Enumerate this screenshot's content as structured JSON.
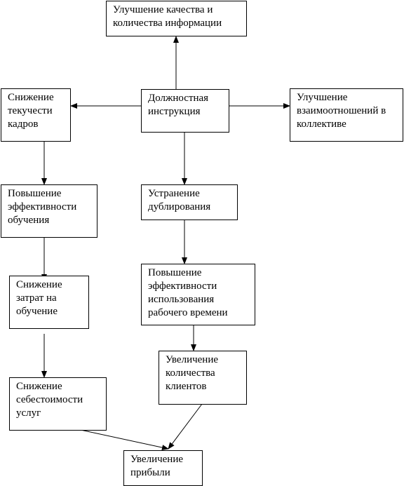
{
  "diagram": {
    "nodes": [
      {
        "id": "info",
        "label": "Улучшение качества и\nколичества информации"
      },
      {
        "id": "job",
        "label": "Должностная\nинструкция"
      },
      {
        "id": "turnover",
        "label": "Снижение\nтекучести\nкадров"
      },
      {
        "id": "relations",
        "label": "Улучшение\nвзаимоотношений в\nколлективе"
      },
      {
        "id": "training",
        "label": "Повышение\nэффективности\nобучения"
      },
      {
        "id": "dup",
        "label": "Устранение\nдублирования"
      },
      {
        "id": "costs",
        "label": "Снижение\nзатрат на\nобучение"
      },
      {
        "id": "worktime",
        "label": "Повышение\nэффективности\nиспользования\nрабочего времени"
      },
      {
        "id": "clients",
        "label": "Увеличение\nколичества\nклиентов"
      },
      {
        "id": "cost_services",
        "label": "Снижение\nсебестоимости\nуслуг"
      },
      {
        "id": "profit",
        "label": "Увеличение\nприбыли"
      }
    ],
    "edges": [
      {
        "from": "job",
        "to": "info"
      },
      {
        "from": "job",
        "to": "turnover"
      },
      {
        "from": "job",
        "to": "relations"
      },
      {
        "from": "job",
        "to": "dup"
      },
      {
        "from": "turnover",
        "to": "training"
      },
      {
        "from": "training",
        "to": "costs"
      },
      {
        "from": "costs",
        "to": "cost_services"
      },
      {
        "from": "dup",
        "to": "worktime"
      },
      {
        "from": "worktime",
        "to": "clients"
      },
      {
        "from": "clients",
        "to": "profit"
      },
      {
        "from": "cost_services",
        "to": "profit"
      }
    ],
    "line_color": "#000000"
  }
}
